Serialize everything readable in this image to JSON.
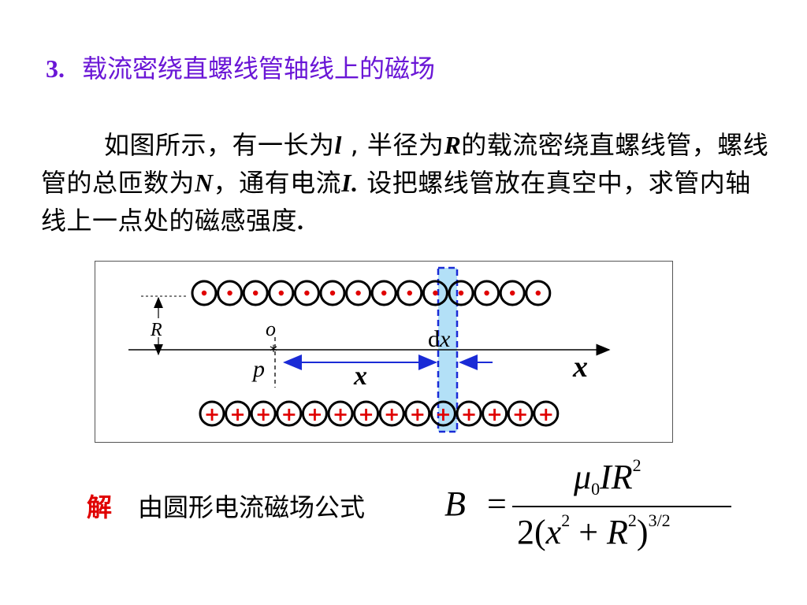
{
  "title": {
    "number": "3.",
    "text": "载流密绕直螺线管轴线上的磁场"
  },
  "paragraph": {
    "p1": "如图所示，有一长为",
    "l": "l",
    "p2": " , 半径为",
    "R": "R",
    "p3": "的载流密绕直螺线管，螺线管的总匝数为",
    "N": "N",
    "p4": "，通有电流",
    "I": "I.",
    "p5": "  设把螺线管放在真空中，求管内轴线上一点处的磁感强度",
    "end": "."
  },
  "figure": {
    "label_R": "R",
    "label_o": "o",
    "label_p": "p",
    "label_dx_d": "d",
    "label_dx_x": "x",
    "label_x_inner": "x",
    "label_x_axis": "x",
    "top_row_symbol": "dot (current out of page)",
    "bottom_row_symbol": "+",
    "coil_count_per_row": 14,
    "colors": {
      "coil": "#000000",
      "symbol": "#e00000",
      "strip_fill": "#b3e0f7",
      "strip_border": "#1a2bd6",
      "arrow": "#1a2bd6"
    }
  },
  "solution": {
    "label": "解",
    "text": "由圆形电流磁场公式"
  },
  "formula": {
    "lhs": "B",
    "eq": "=",
    "mu": "μ",
    "mu_sub": "0",
    "IR": "IR",
    "num_sup": "2",
    "den_2": "2",
    "den_paren": "(",
    "den_x": "x",
    "den_x_sup": "2",
    "den_plus": " + ",
    "den_R": "R",
    "den_R_sup": "2",
    "den_close": ")",
    "den_exp": "3/2"
  }
}
